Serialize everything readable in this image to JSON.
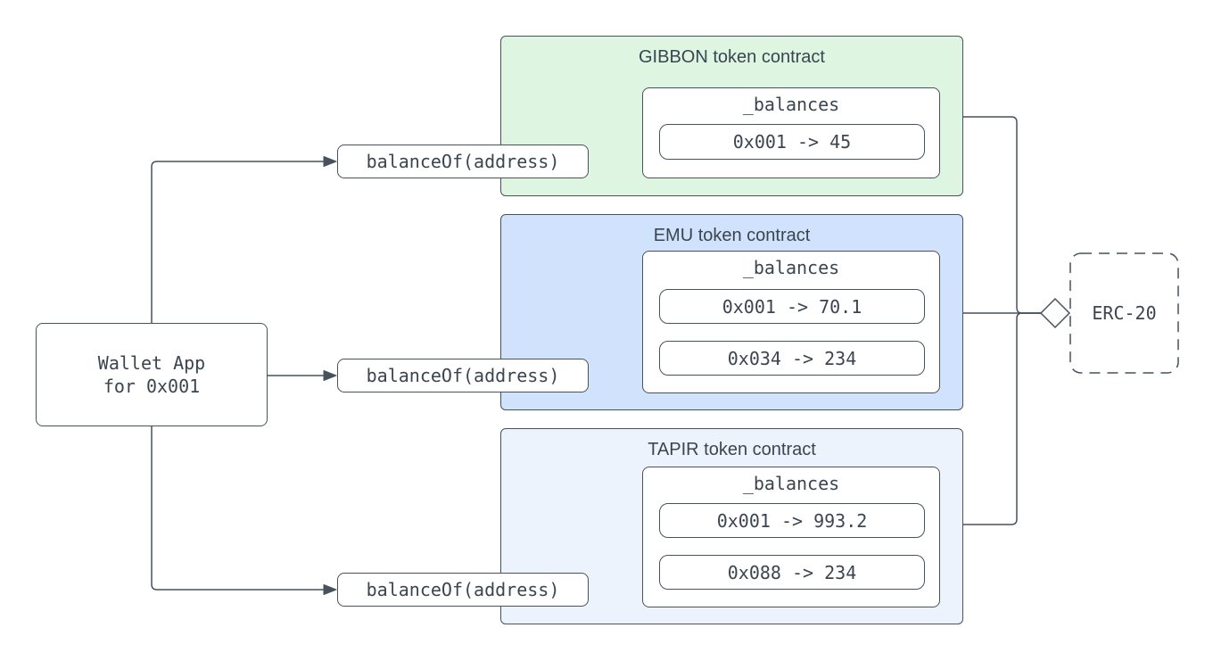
{
  "colors": {
    "stroke": "#47525d",
    "text": "#3b4550",
    "gibbon_fill": "#def5e1",
    "emu_fill": "#d0e2fc",
    "tapir_fill": "#edf3fd"
  },
  "wallet": {
    "label": "Wallet App\nfor 0x001"
  },
  "balance_calls": [
    "balanceOf(address)",
    "balanceOf(address)",
    "balanceOf(address)"
  ],
  "contracts": [
    {
      "title": "GIBBON token contract",
      "map_label": "_balances",
      "fill": "#def5e1",
      "entries": [
        "0x001 -> 45"
      ]
    },
    {
      "title": "EMU token contract",
      "map_label": "_balances",
      "fill": "#d0e2fc",
      "entries": [
        "0x001 -> 70.1",
        "0x034 -> 234"
      ]
    },
    {
      "title": "TAPIR token contract",
      "map_label": "_balances",
      "fill": "#edf3fd",
      "entries": [
        "0x001 -> 993.2",
        "0x088 -> 234"
      ]
    }
  ],
  "erc20": {
    "label": "ERC-20"
  }
}
